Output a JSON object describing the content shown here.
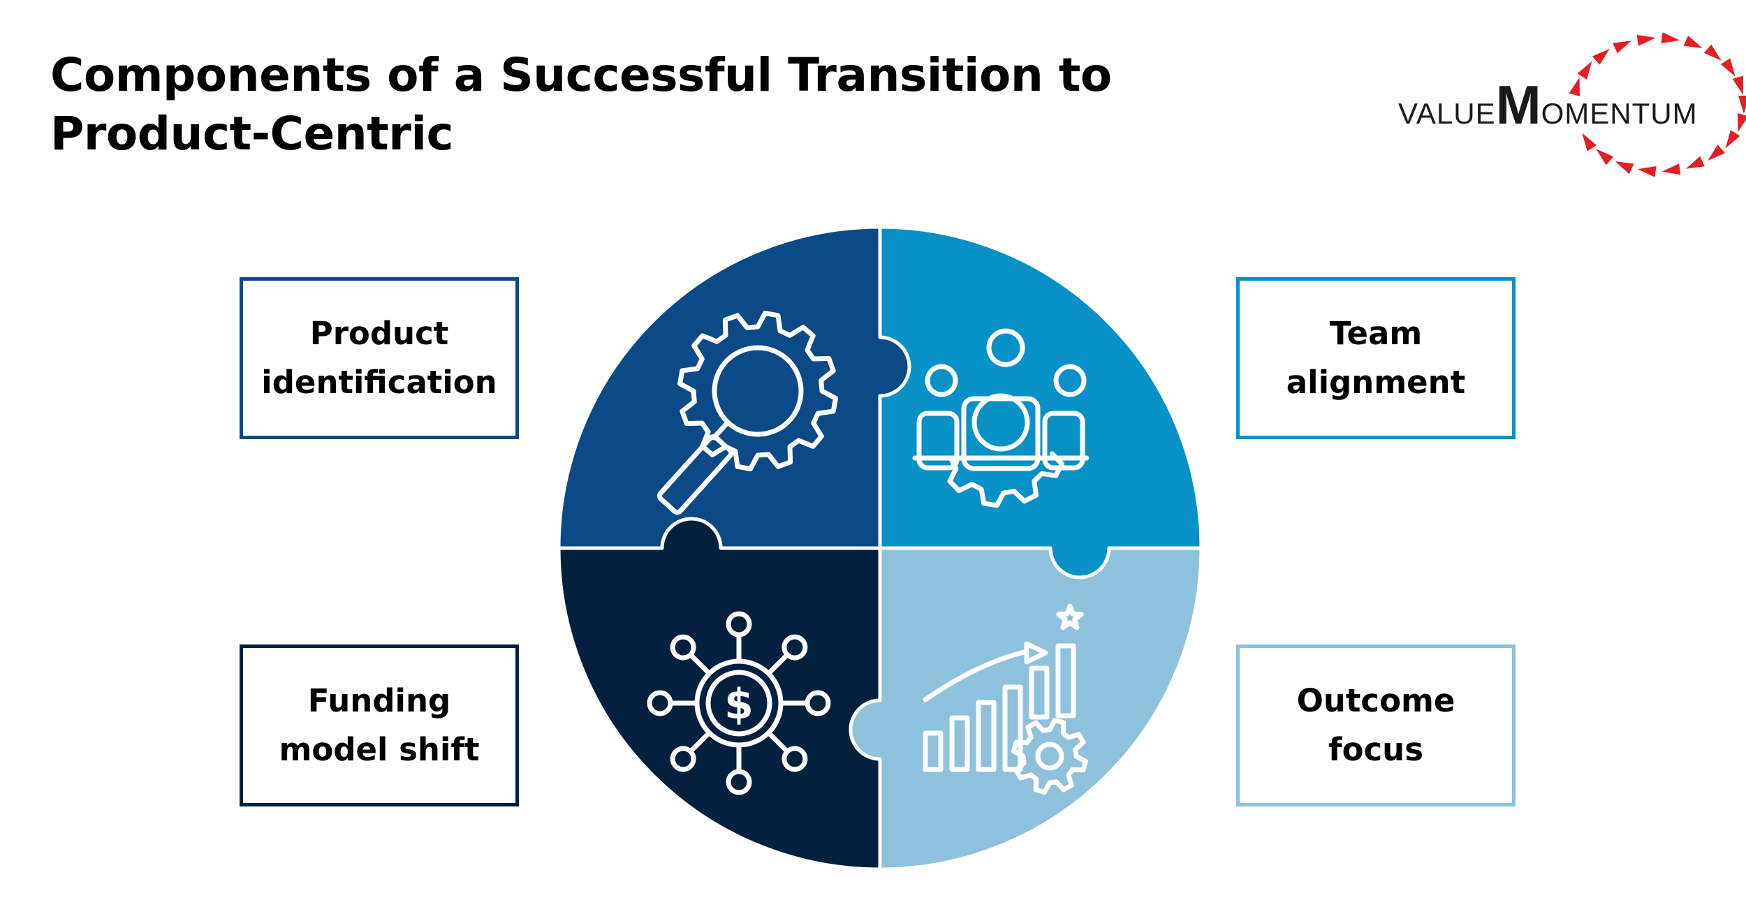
{
  "title": {
    "line1": "Components of a Successful Transition to",
    "line2": "Product-Centric"
  },
  "logo": {
    "part1": "VALUE",
    "part2": "M",
    "part3": "OMENTUM",
    "text_color": "#1a1a1a",
    "accent_color": "#e31e24"
  },
  "components": [
    {
      "position": "top-left",
      "line1": "Product",
      "line2": "identification",
      "icon": "gear-magnifier-icon",
      "quadrant_color": "#0b4a86",
      "border_color": "#0b4a86"
    },
    {
      "position": "top-right",
      "line1": "Team",
      "line2": "alignment",
      "icon": "team-gear-icon",
      "quadrant_color": "#0891c6",
      "border_color": "#0891c6"
    },
    {
      "position": "bottom-left",
      "line1": "Funding",
      "line2": "model shift",
      "icon": "dollar-network-icon",
      "quadrant_color": "#04203f",
      "border_color": "#04203f"
    },
    {
      "position": "bottom-right",
      "line1": "Outcome",
      "line2": "focus",
      "icon": "growth-chart-gear-icon",
      "quadrant_color": "#8dc1dc",
      "border_color": "#8dc1dc"
    }
  ]
}
